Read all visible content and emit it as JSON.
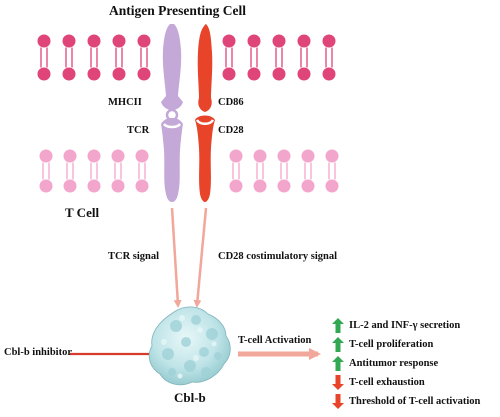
{
  "labels": {
    "apc": "Antigen Presenting Cell",
    "t_cell": "T Cell",
    "mhcii": "MHCII",
    "tcr": "TCR",
    "cd86": "CD86",
    "cd28": "CD28",
    "tcr_signal": "TCR signal",
    "cd28_signal": "CD28 costimulatory signal",
    "inhibitor": "Cbl-b inhibitor",
    "cblb": "Cbl-b",
    "activation": "T-cell Activation"
  },
  "outcomes": [
    {
      "text": "IL-2 and INF-γ secretion",
      "direction": "up"
    },
    {
      "text": "T-cell proliferation",
      "direction": "up"
    },
    {
      "text": "Antitumor response",
      "direction": "up"
    },
    {
      "text": "T-cell exhaustion",
      "direction": "down"
    },
    {
      "text": "Threshold of T-cell activation",
      "direction": "down"
    }
  ],
  "colors": {
    "apc_membrane": "#e0457a",
    "tcell_membrane": "#f3a6cc",
    "mhc_tcr": "#c4a8d8",
    "cd86_cd28": "#e8442a",
    "signal_arrow": "#f1a79a",
    "inhibitor_line": "#d63a2a",
    "up_arrow": "#33a853",
    "down_arrow": "#e8442a",
    "protein": "#bfe4e8"
  }
}
